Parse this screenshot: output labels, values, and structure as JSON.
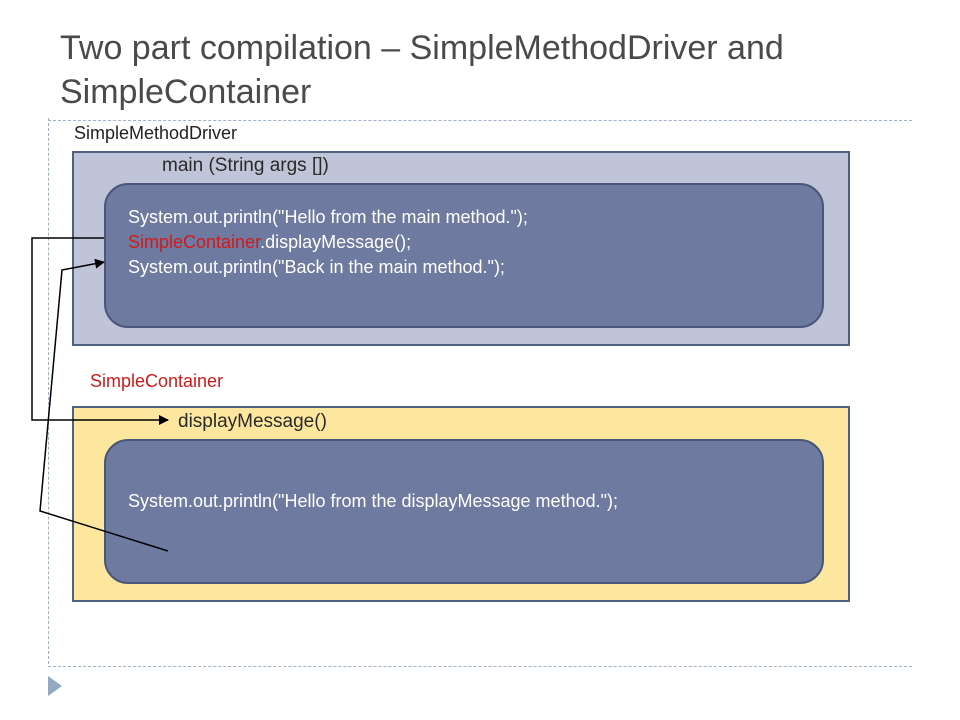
{
  "slide": {
    "title": "Two part compilation – SimpleMethodDriver and SimpleContainer"
  },
  "driver": {
    "class_label": "SimpleMethodDriver",
    "method_header": "main (String args [])",
    "code_lines": [
      "System.out.println(\"Hello from the main method.\");",
      "SimpleContainer",
      ".displayMessage();",
      "System.out.println(\"Back in the main method.\");"
    ],
    "outer_color": "#c0c4d8",
    "inner_color": "#6f7aa0"
  },
  "container": {
    "class_label": "SimpleContainer",
    "class_label_color": "#d01a1a",
    "method_header": "displayMessage()",
    "code_line": "System.out.println(\"Hello from the displayMessage method.\");",
    "outer_color": "#fde79f",
    "inner_color": "#6f7aa0"
  },
  "decor": {
    "divider_color": "#9fb3c8",
    "bullet_icon": "triangle-bullet-icon"
  }
}
